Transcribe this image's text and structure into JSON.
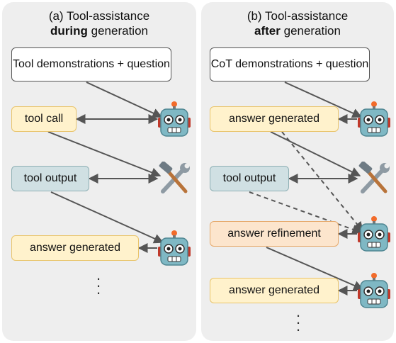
{
  "panel_a": {
    "title_line1": "(a) Tool-assistance",
    "title_bold": "during",
    "title_rest": " generation",
    "boxes": {
      "demo": "Tool demonstrations + question",
      "tool_call": "tool call",
      "tool_output": "tool output",
      "answer": "answer generated"
    }
  },
  "panel_b": {
    "title_line1": "(b) Tool-assistance",
    "title_bold": "after",
    "title_rest": " generation",
    "boxes": {
      "demo": "CoT demonstrations + question",
      "answer1": "answer generated",
      "tool_output": "tool output",
      "refine": "answer refinement",
      "answer2": "answer generated"
    }
  },
  "icons": {
    "model": "robot-icon",
    "tool": "hammer-wrench-icon"
  },
  "colors": {
    "panel_bg": "#eeeeee",
    "yellow_box": "#fff2cc",
    "blue_box": "#d0e0e3",
    "orange_box": "#fce5cd",
    "robot": "#7fb8c4",
    "arrow": "#555555"
  }
}
